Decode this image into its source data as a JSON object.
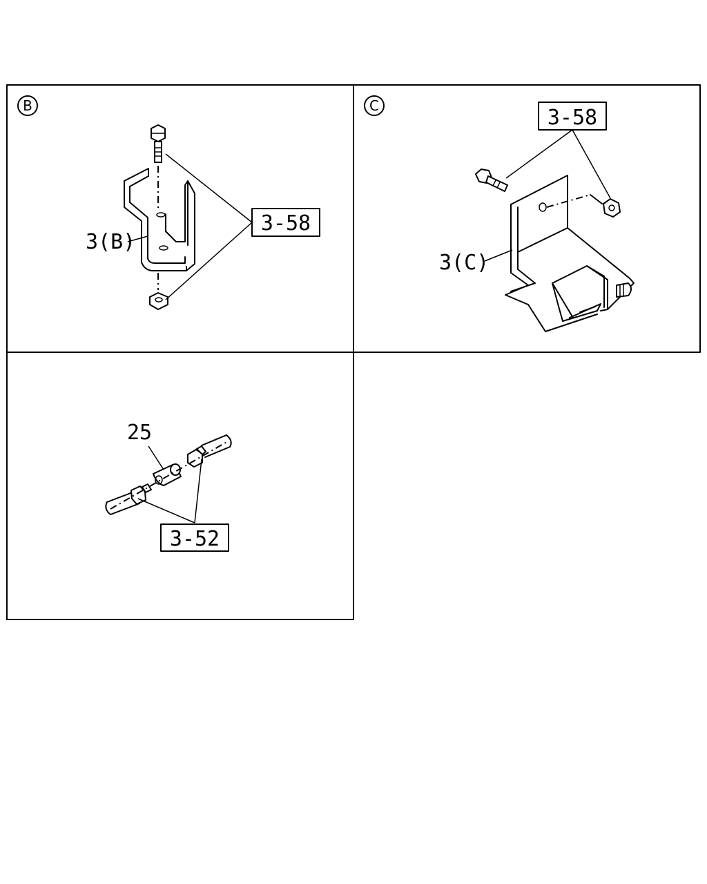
{
  "panels": {
    "b": {
      "badge": "B",
      "part_label": "3(B)",
      "callout": "3-58"
    },
    "c": {
      "badge": "C",
      "part_label": "3(C)",
      "callout": "3-58"
    },
    "d": {
      "part_label": "25",
      "callout": "3-52"
    }
  }
}
